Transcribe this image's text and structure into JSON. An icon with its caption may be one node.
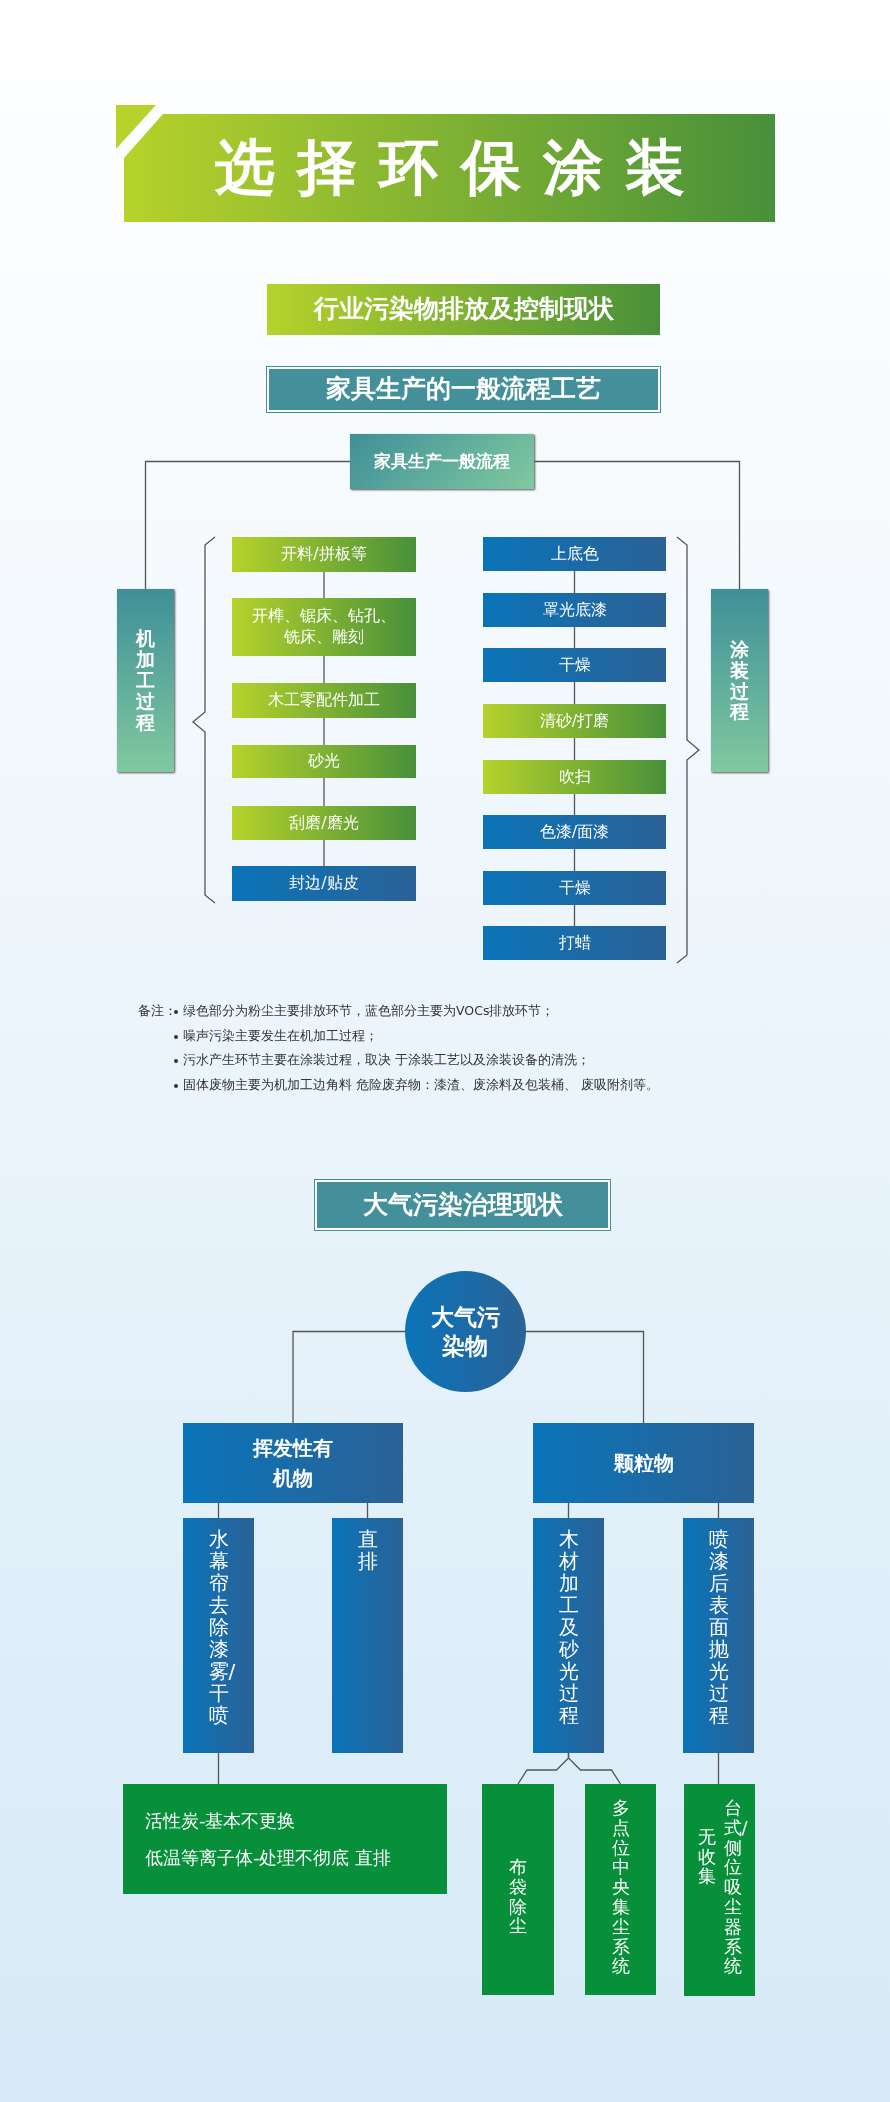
{
  "diagram": {
    "title": "选择环保涂装",
    "nodes": [
      {
        "text": [
          "行业污染物排放及控制现状"
        ]
      },
      {
        "text": [
          "家具生产的一般流程工艺"
        ]
      },
      {
        "text": [
          "家具生产一般流程"
        ]
      },
      {
        "text": [
          "机加工过程"
        ]
      },
      {
        "text": [
          "开料/拼板等"
        ]
      },
      {
        "text": [
          "开榫、锯床、钻孔、铣床、雕刻"
        ]
      },
      {
        "text": [
          "木工零配件加工"
        ]
      },
      {
        "text": [
          "砂光"
        ]
      },
      {
        "text": [
          "刮磨/磨光"
        ]
      },
      {
        "text": [
          "封边/贴皮"
        ]
      },
      {
        "text": [
          "涂装过程"
        ]
      },
      {
        "text": [
          "上底色"
        ]
      },
      {
        "text": [
          "罩光底漆"
        ]
      },
      {
        "text": [
          "干燥"
        ]
      },
      {
        "text": [
          "清砂/打磨"
        ]
      },
      {
        "text": [
          "吹扫"
        ]
      },
      {
        "text": [
          "色漆/面漆"
        ]
      },
      {
        "text": [
          "干燥"
        ]
      },
      {
        "text": [
          "打蜡"
        ]
      },
      {
        "text": [
          "大气污染治理现状"
        ]
      },
      {
        "text": [
          "大气污染物"
        ]
      },
      {
        "text": [
          "挥发性有机物"
        ]
      },
      {
        "text": [
          "颗粒物"
        ]
      },
      {
        "text": [
          "水幕帘去除漆雾/干喷"
        ]
      },
      {
        "text": [
          "直排"
        ]
      },
      {
        "text": [
          "木材加工及砂光过程"
        ]
      },
      {
        "text": [
          "喷漆后表面抛光过程"
        ]
      },
      {
        "text": [
          "活性炭-基本不更换",
          "低温等离子体-处理不彻底 直排"
        ]
      },
      {
        "text": [
          "布袋除尘"
        ]
      },
      {
        "text": [
          "多点位中央集尘系统"
        ]
      },
      {
        "text": [
          "无收集",
          "台式/侧位吸尘器系统"
        ]
      }
    ],
    "edges": [
      {
        "from": 2,
        "to": 3,
        "arrow": "none"
      },
      {
        "from": 2,
        "to": 10,
        "arrow": "none"
      },
      {
        "from": 4,
        "to": 5,
        "arrow": "none"
      },
      {
        "from": 5,
        "to": 6,
        "arrow": "none"
      },
      {
        "from": 6,
        "to": 7,
        "arrow": "none"
      },
      {
        "from": 7,
        "to": 8,
        "arrow": "none"
      },
      {
        "from": 8,
        "to": 9,
        "arrow": "none"
      },
      {
        "from": 11,
        "to": 12,
        "arrow": "none"
      },
      {
        "from": 12,
        "to": 13,
        "arrow": "none"
      },
      {
        "from": 13,
        "to": 14,
        "arrow": "none"
      },
      {
        "from": 14,
        "to": 15,
        "arrow": "none"
      },
      {
        "from": 15,
        "to": 16,
        "arrow": "none"
      },
      {
        "from": 16,
        "to": 17,
        "arrow": "none"
      },
      {
        "from": 17,
        "to": 18,
        "arrow": "none"
      },
      {
        "from": 20,
        "to": 21,
        "arrow": "none"
      },
      {
        "from": 20,
        "to": 22,
        "arrow": "none"
      },
      {
        "from": 21,
        "to": 23,
        "arrow": "none"
      },
      {
        "from": 21,
        "to": 24,
        "arrow": "none"
      },
      {
        "from": 22,
        "to": 25,
        "arrow": "none"
      },
      {
        "from": 22,
        "to": 26,
        "arrow": "none"
      },
      {
        "from": 23,
        "to": 27,
        "arrow": "none"
      },
      {
        "from": 25,
        "to": 28,
        "arrow": "none"
      },
      {
        "from": 25,
        "to": 29,
        "arrow": "none"
      },
      {
        "from": 26,
        "to": 30,
        "arrow": "none"
      }
    ],
    "labels": [
      "备注：",
      "绿色部分为粉尘主要排放环节，蓝色部分主要为VOCs排放环节；",
      "噪声污染主要发生在机加工过程；",
      "污水产生环节主要在涂装过程，取决 于涂装工艺以及涂装设备的清洗；",
      "固体废物主要为机加工边角料 危险废弃物：漆渣、废涂料及包装桶、 废吸附剂等。"
    ]
  }
}
